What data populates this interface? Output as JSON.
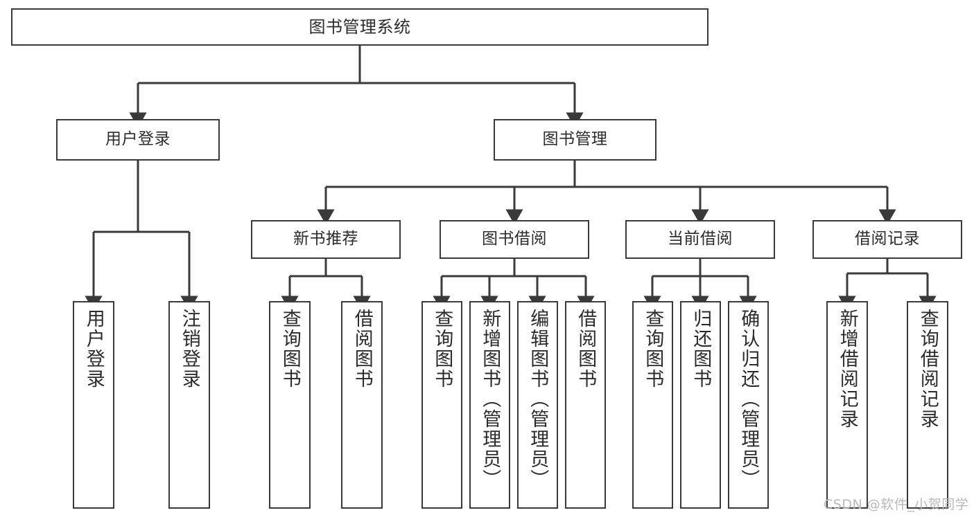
{
  "diagram": {
    "title": "图书管理系统",
    "type": "hierarchy-tree",
    "stroke_color": "#3a3a3a",
    "text_color": "#2b2b2b",
    "background_color": "#ffffff",
    "watermark": "CSDN @软件_小贺同学",
    "levels": {
      "root": "图书管理系统",
      "level2": [
        "用户登录",
        "图书管理"
      ],
      "level3": [
        "新书推荐",
        "图书借阅",
        "当前借阅",
        "借阅记录"
      ]
    }
  },
  "nodes": {
    "root": {
      "label": "图书管理系统"
    },
    "user_login": {
      "label": "用户登录"
    },
    "book_manage": {
      "label": "图书管理"
    },
    "new_book_rec": {
      "label": "新书推荐"
    },
    "book_borrow": {
      "label": "图书借阅"
    },
    "current_borrow": {
      "label": "当前借阅"
    },
    "borrow_record": {
      "label": "借阅记录"
    },
    "leaf_user_login": {
      "label": "用户登录"
    },
    "leaf_logout": {
      "label": "注销登录"
    },
    "leaf_query_book_1": {
      "label": "查询图书"
    },
    "leaf_borrow_book_1": {
      "label": "借阅图书"
    },
    "leaf_query_book_2": {
      "label": "查询图书"
    },
    "leaf_add_book": {
      "label": "新增图书（管理员）"
    },
    "leaf_edit_book": {
      "label": "编辑图书（管理员）"
    },
    "leaf_borrow_book_2": {
      "label": "借阅图书"
    },
    "leaf_query_book_3": {
      "label": "查询图书"
    },
    "leaf_return_book": {
      "label": "归还图书"
    },
    "leaf_confirm_return": {
      "label": "确认归还（管理员）"
    },
    "leaf_add_record": {
      "label": "新增借阅记录"
    },
    "leaf_query_record": {
      "label": "查询借阅记录"
    }
  }
}
